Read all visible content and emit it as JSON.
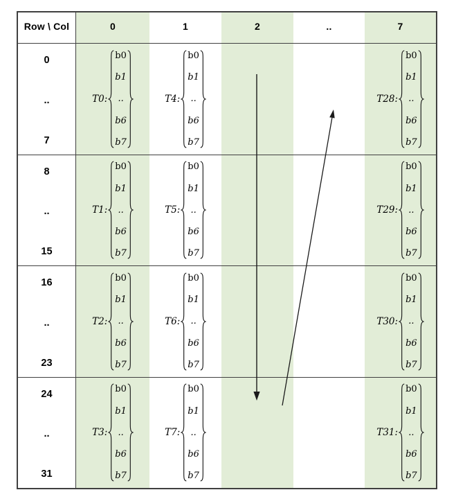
{
  "colors": {
    "stripe_green": "#e2edd7",
    "border_dark": "#3f3f3f",
    "arrow_black": "#1a1a1a",
    "background": "#ffffff"
  },
  "header": {
    "corner_label": "Row \\ Col",
    "columns": [
      {
        "label": "0",
        "shaded": true
      },
      {
        "label": "1",
        "shaded": false
      },
      {
        "label": "2",
        "shaded": true
      },
      {
        "label": "..",
        "shaded": false
      },
      {
        "label": "7",
        "shaded": true
      }
    ]
  },
  "vector_entries": [
    "b0",
    "b1",
    "..",
    "b6",
    "b7"
  ],
  "row_groups": [
    {
      "row_start": "0",
      "row_dots": "..",
      "row_end": "7",
      "threads": {
        "c0": "T0:",
        "c1": "T4:",
        "c7": "T28:"
      }
    },
    {
      "row_start": "8",
      "row_dots": "..",
      "row_end": "15",
      "threads": {
        "c0": "T1:",
        "c1": "T5:",
        "c7": "T29:"
      }
    },
    {
      "row_start": "16",
      "row_dots": "..",
      "row_end": "23",
      "threads": {
        "c0": "T2:",
        "c1": "T6:",
        "c7": "T30:"
      }
    },
    {
      "row_start": "24",
      "row_dots": "..",
      "row_end": "31",
      "threads": {
        "c0": "T3:",
        "c1": "T7:",
        "c7": "T31:"
      }
    }
  ],
  "arrows": [
    {
      "name": "down-arrow",
      "description": "vertical arrow down column 2"
    },
    {
      "name": "up-arrow",
      "description": "diagonal arrow pointing up toward .. column"
    }
  ]
}
